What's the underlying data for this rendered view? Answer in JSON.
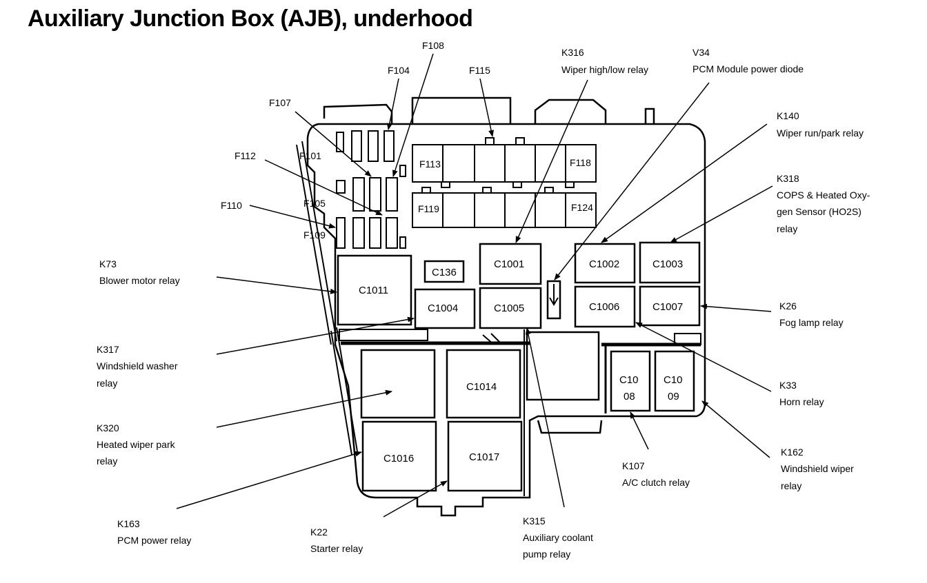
{
  "title": "Auxiliary Junction Box (AJB), underhood",
  "fuse_labels": {
    "f108": "F108",
    "f104": "F104",
    "f115": "F115",
    "f107": "F107",
    "f112": "F112",
    "f101": "F101",
    "f110": "F110",
    "f105": "F105",
    "f109": "F109",
    "f113": "F113",
    "f118": "F118",
    "f119": "F119",
    "f124": "F124"
  },
  "connectors": {
    "c136": "C136",
    "c1001": "C1001",
    "c1002": "C1002",
    "c1003": "C1003",
    "c1011": "C1011",
    "c1004": "C1004",
    "c1005": "C1005",
    "c1006": "C1006",
    "c1007": "C1007",
    "c1014": "C1014",
    "c1016": "C1016",
    "c1017": "C1017",
    "c1008_top": "C10",
    "c1008_bottom": "08",
    "c1009_top": "C10",
    "c1009_bottom": "09"
  },
  "callouts": {
    "k316": [
      "K316",
      "Wiper high/low relay"
    ],
    "v34": [
      "V34",
      "PCM Module power diode"
    ],
    "k140": [
      "K140",
      "Wiper run/park relay"
    ],
    "k318": [
      "K318",
      "COPS & Heated Oxy-",
      "gen Sensor (HO2S)",
      "relay"
    ],
    "k73": [
      "K73",
      "Blower motor relay"
    ],
    "k26": [
      "K26",
      "Fog lamp relay"
    ],
    "k317": [
      "K317",
      "Windshield washer",
      "relay"
    ],
    "k33": [
      "K33",
      "Horn relay"
    ],
    "k320": [
      "K320",
      "Heated wiper park",
      "relay"
    ],
    "k107": [
      "K107",
      "A/C clutch relay"
    ],
    "k162": [
      "K162",
      "Windshield wiper",
      "relay"
    ],
    "k163": [
      "K163",
      "PCM power relay"
    ],
    "k22": [
      "K22",
      "Starter relay"
    ],
    "k315": [
      "K315",
      "Auxiliary coolant",
      "pump relay"
    ]
  }
}
